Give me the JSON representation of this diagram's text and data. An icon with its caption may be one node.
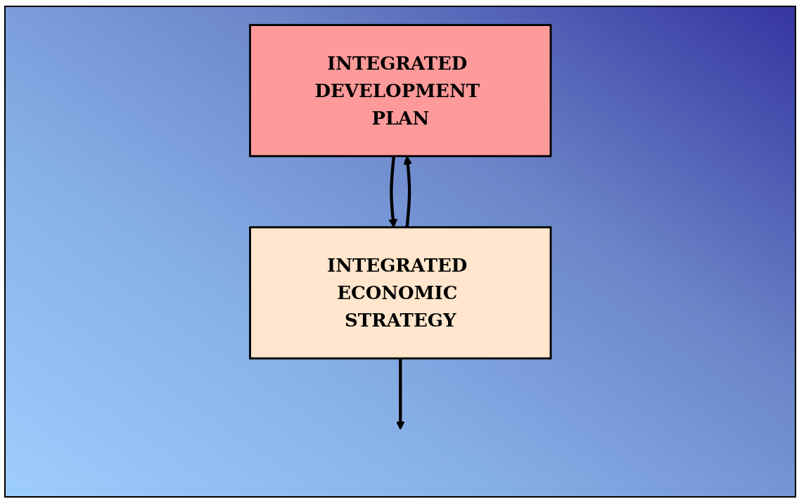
{
  "diagram": {
    "nodes": [
      {
        "text": [
          "INTEGRATED DEVELOPMENT PLAN"
        ]
      },
      {
        "text": [
          "INTEGRATED ECONOMIC STRATEGY"
        ]
      }
    ],
    "edges": [
      {
        "from": 0,
        "to": 1,
        "arrow": "to"
      },
      {
        "from": 1,
        "to": 0,
        "arrow": "to"
      },
      {
        "from": 1,
        "to": null,
        "arrow": "to"
      }
    ]
  }
}
